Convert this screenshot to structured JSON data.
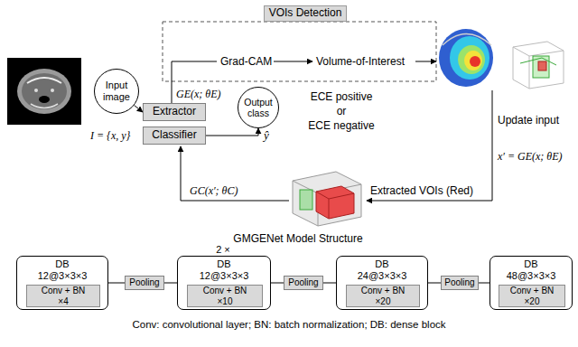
{
  "diagram": {
    "nodes": [
      {
        "text": [
          "VOIs Detection"
        ]
      },
      {
        "text": [
          "Input image"
        ]
      },
      {
        "text": [
          "Extractor"
        ]
      },
      {
        "text": [
          "Classifier"
        ]
      },
      {
        "text": [
          "Output class"
        ]
      },
      {
        "text": [
          "DB",
          "12@3×3×3"
        ]
      },
      {
        "text": [
          "Conv + BN",
          "×4"
        ],
        "in": 5
      },
      {
        "text": [
          "Pooling"
        ]
      },
      {
        "text": [
          "DB",
          "12@3×3×3"
        ]
      },
      {
        "text": [
          "Conv + BN",
          "×10"
        ],
        "in": 8
      },
      {
        "text": [
          "Pooling"
        ]
      },
      {
        "text": [
          "DB",
          "24@3×3×3"
        ]
      },
      {
        "text": [
          "Conv + BN",
          "×20"
        ],
        "in": 11
      },
      {
        "text": [
          "Pooling"
        ]
      },
      {
        "text": [
          "DB",
          "48@3×3×3"
        ]
      },
      {
        "text": [
          "Conv + BN",
          "×20"
        ],
        "in": 14
      }
    ],
    "edges": [
      {
        "from": 1,
        "to": 2,
        "arrow": "to"
      },
      {
        "from": 3,
        "to": 4,
        "arrow": "to"
      },
      {
        "from": 5,
        "to": 7,
        "arrow": "none"
      },
      {
        "from": 7,
        "to": 8,
        "arrow": "none"
      },
      {
        "from": 8,
        "to": 10,
        "arrow": "none"
      },
      {
        "from": 10,
        "to": 11,
        "arrow": "none"
      },
      {
        "from": 11,
        "to": 13,
        "arrow": "none"
      },
      {
        "from": 13,
        "to": 14,
        "arrow": "none"
      }
    ],
    "labels": [
      "I = {x, y}",
      "GE(x; θE)",
      "Grad-CAM",
      "Volume-of-Interest",
      "ŷ",
      "ECE positive",
      "or",
      "ECE negative",
      "Update input",
      "x′ = GE(x; θE)",
      "Extracted VOIs (Red)",
      "GC(x′; θC)",
      "GMGENet Model Structure",
      "2 ×",
      "Conv: convolutional layer; BN: batch normalization; DB: dense block"
    ]
  }
}
